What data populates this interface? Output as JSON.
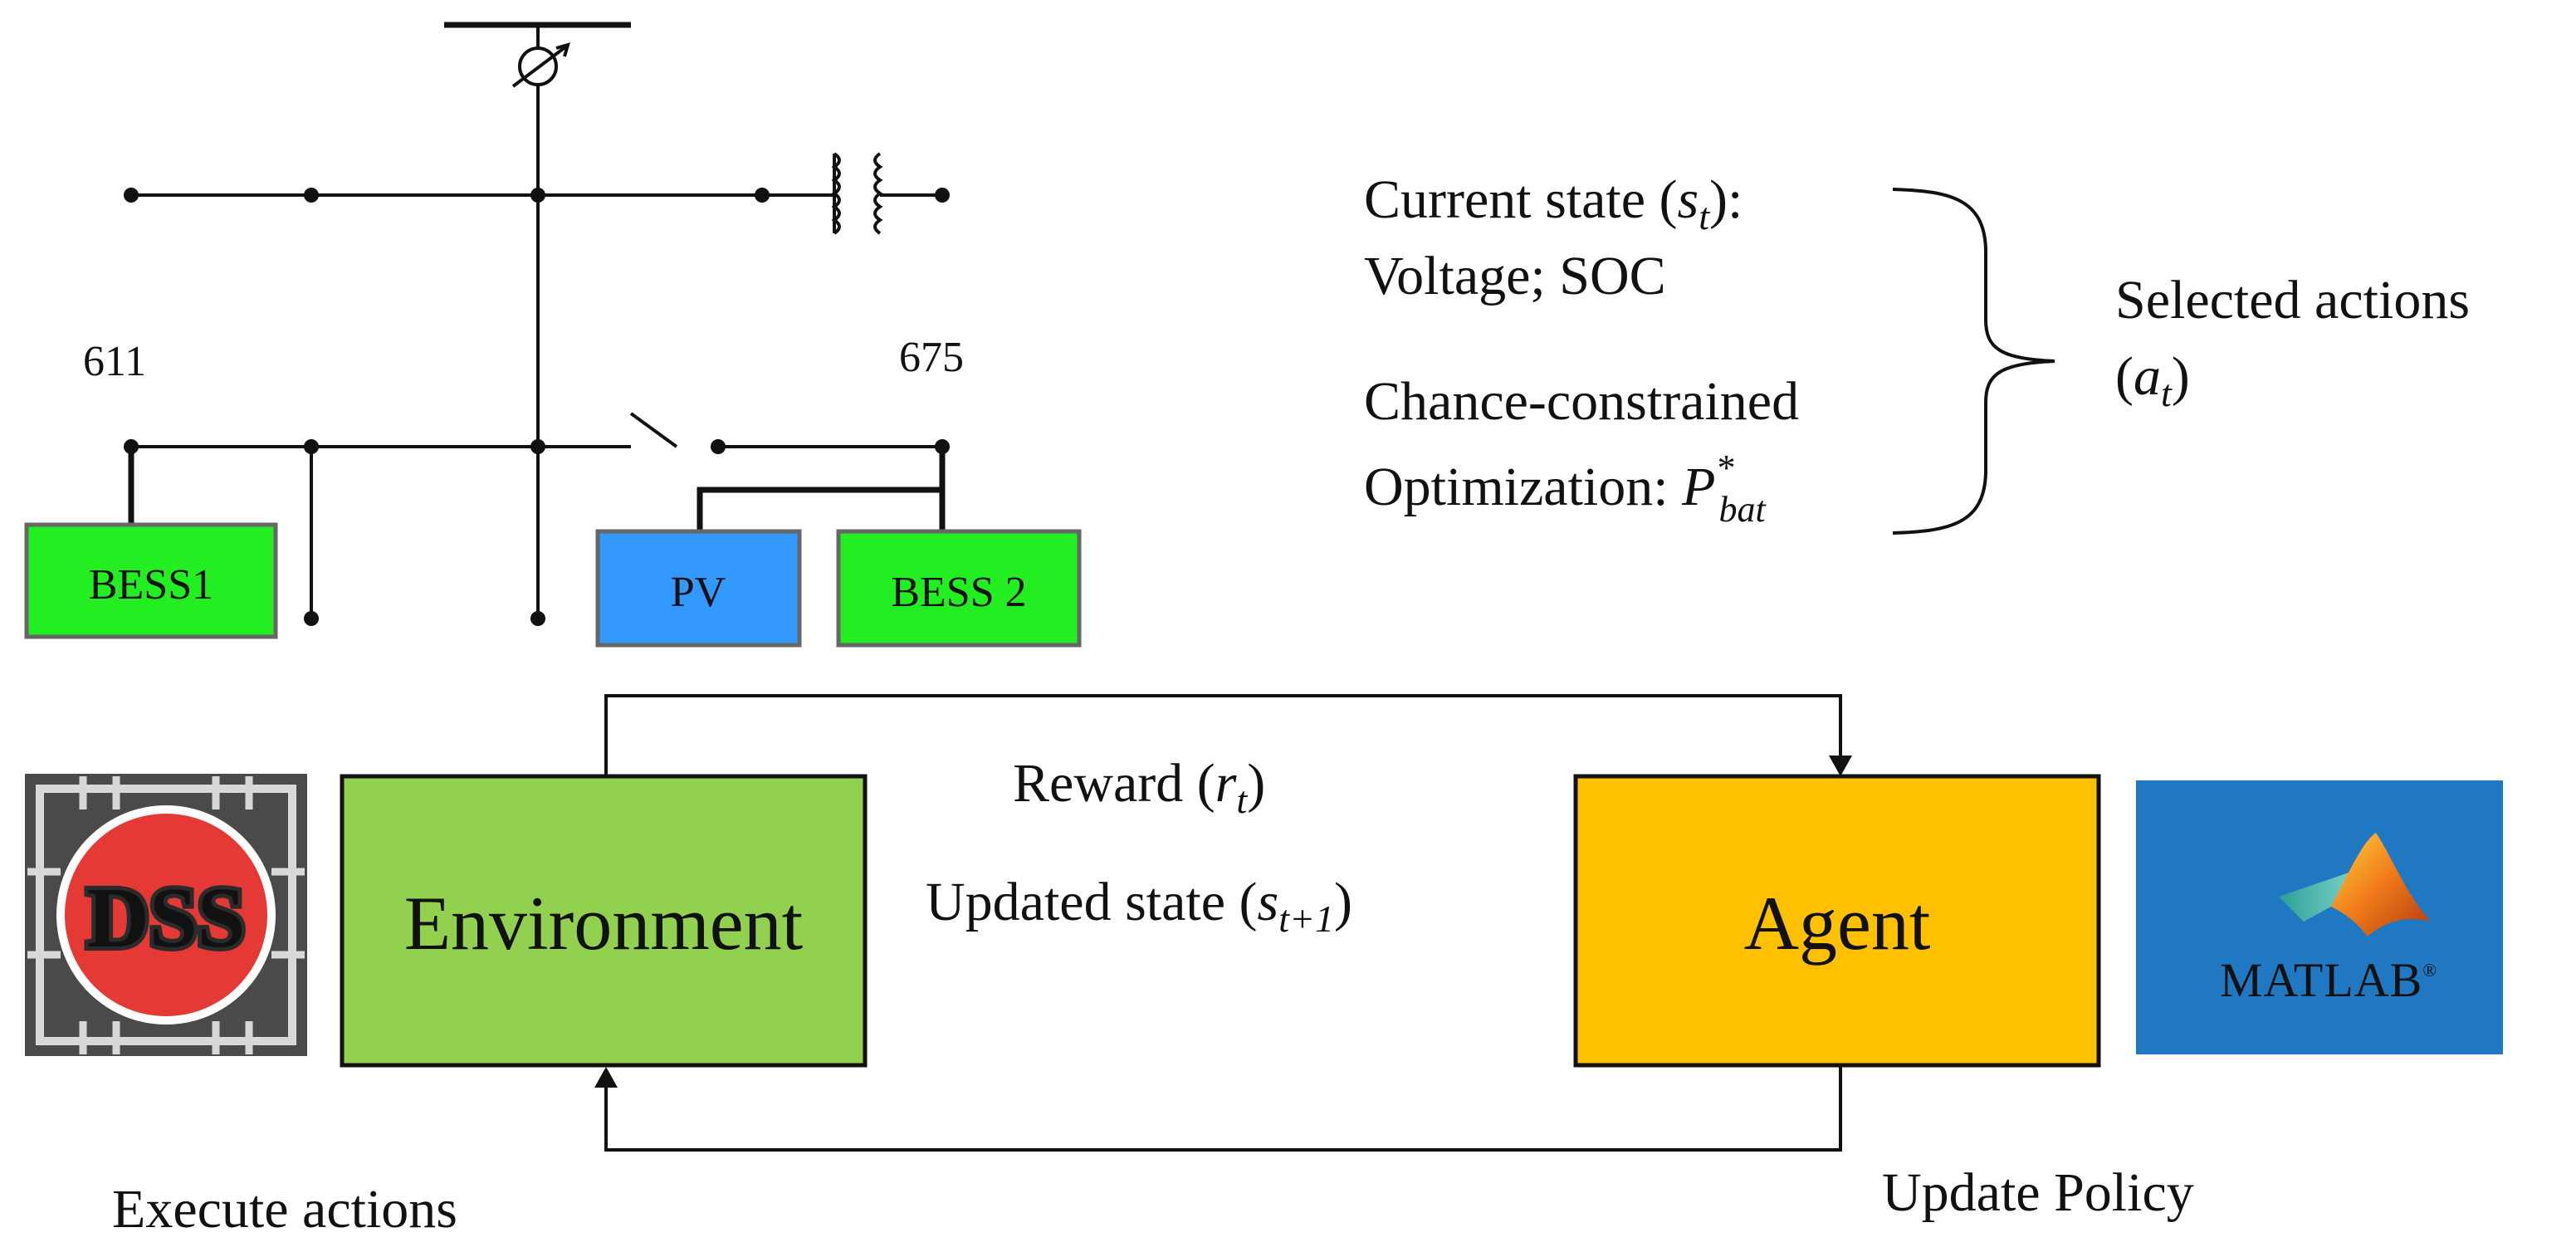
{
  "colors": {
    "bess": "#22ee22",
    "pv": "#3399ff",
    "environment": "#92d050",
    "agent": "#ffc000",
    "matlab_bg": "#1f78c1",
    "dss_red": "#e53935"
  },
  "grid": {
    "bus_left_label": "611",
    "bus_right_label": "675",
    "bess1_label": "BESS1",
    "pv_label": "PV",
    "bess2_label": "BESS 2"
  },
  "state_info": {
    "current_state_prefix": "Current state (",
    "current_state_sym": "s",
    "current_state_sub": "t",
    "current_state_suffix": "):",
    "state_variables": "Voltage; SOC",
    "chance_line1": "Chance-constrained",
    "chance_line2_prefix": "Optimization: ",
    "chance_sym": "P",
    "chance_sup": "*",
    "chance_sub": "bat",
    "selected_actions": "Selected actions",
    "action_open": "(",
    "action_sym": "a",
    "action_sub": "t",
    "action_close": ")"
  },
  "loop": {
    "environment_label": "Environment",
    "agent_label": "Agent",
    "reward_prefix": "Reward (",
    "reward_sym": "r",
    "reward_sub": "t",
    "reward_suffix": ")",
    "updated_prefix": "Updated state (",
    "updated_sym": "s",
    "updated_sub": "t+1",
    "updated_suffix": ")",
    "execute_actions": "Execute actions",
    "update_policy": "Update Policy"
  },
  "logos": {
    "dss_text": "DSS",
    "matlab_text": "MATLAB",
    "matlab_reg": "®"
  }
}
